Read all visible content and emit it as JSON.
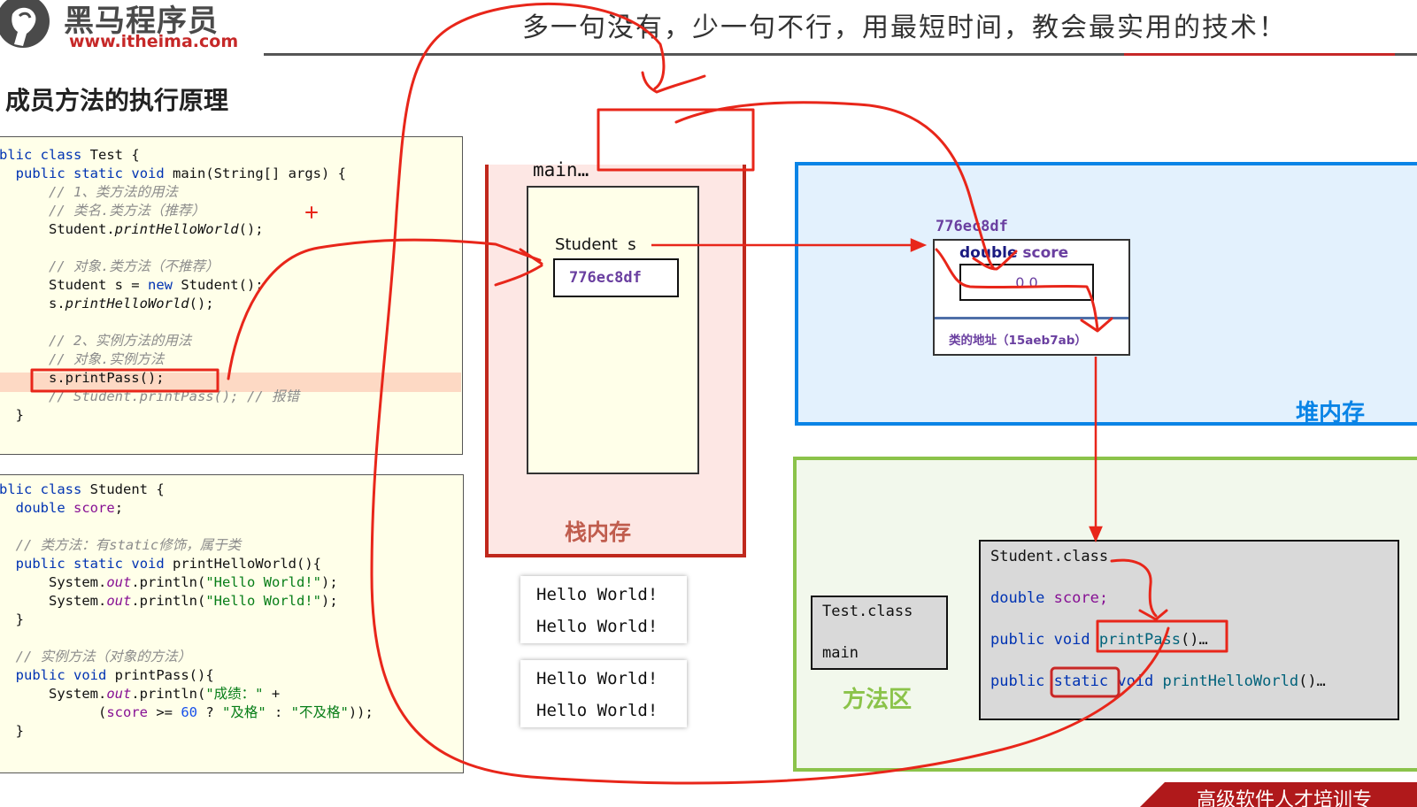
{
  "header": {
    "logo_cn": "黑马程序员",
    "logo_url": "www.itheima.com",
    "slogan": "多一句没有，少一句不行，用最短时间，教会最实用的技术！"
  },
  "slide_title": "成员方法的执行原理",
  "test_code": [
    "blic class Test {",
    "  public static void main(String[] args) {",
    "      // 1、类方法的用法",
    "      // 类名.类方法（推荐）",
    "      Student.printHelloWorld();",
    "",
    "      // 对象.类方法（不推荐）",
    "      Student s = new Student();",
    "      s.printHelloWorld();",
    "",
    "      // 2、实例方法的用法",
    "      // 对象.实例方法",
    "      s.printPass();",
    "      // Student.printPass(); // 报错",
    "  }"
  ],
  "student_code": [
    "blic class Student {",
    "  double score;",
    "",
    "  // 类方法：有static修饰，属于类",
    "  public static void printHelloWorld(){",
    "      System.out.println(\"Hello World!\");",
    "      System.out.println(\"Hello World!\");",
    "  }",
    "",
    "  // 实例方法（对象的方法）",
    "  public void printPass(){",
    "      System.out.println(\"成绩：\" +",
    "            (score >= 60 ? \"及格\" : \"不及格\"));",
    "  }"
  ],
  "stack": {
    "label": "栈内存",
    "frame_name": "main…",
    "var_label": "Student  s",
    "var_value": "776ec8df"
  },
  "console_output": [
    [
      "Hello World!",
      "Hello World!"
    ],
    [
      "Hello World!",
      "Hello World!"
    ]
  ],
  "heap": {
    "label": "堆内存",
    "object_address": "776ec8df",
    "field_type": "double",
    "field_name": "score",
    "field_value": "0.0",
    "class_ref": "类的地址（15aeb7ab）"
  },
  "method_area": {
    "label": "方法区",
    "test_class_name": "Test.class",
    "test_class_method": "main",
    "student_class_name": "Student.class",
    "student_field_type": "double",
    "student_field_name": "score;",
    "print_pass": {
      "modifier": "public",
      "ret": "void",
      "name": "printPass",
      "suffix": "()…"
    },
    "print_hello": {
      "modifier": "public",
      "static_kw": "static",
      "ret": "void",
      "name": "printHelloWorld",
      "suffix": "()…"
    }
  },
  "footer_banner": "高级软件人才培训专",
  "colors": {
    "stack_border": "#c0281c",
    "stack_fill": "#fde7e4",
    "heap_border": "#0a84e6",
    "heap_fill": "#e3f1fd",
    "method_border": "#8bc34a",
    "method_fill": "#f2f8ec",
    "annotation_red": "#e8261a",
    "header_rule_red": "#c62828"
  },
  "icons": [
    "horse-logo-icon"
  ]
}
